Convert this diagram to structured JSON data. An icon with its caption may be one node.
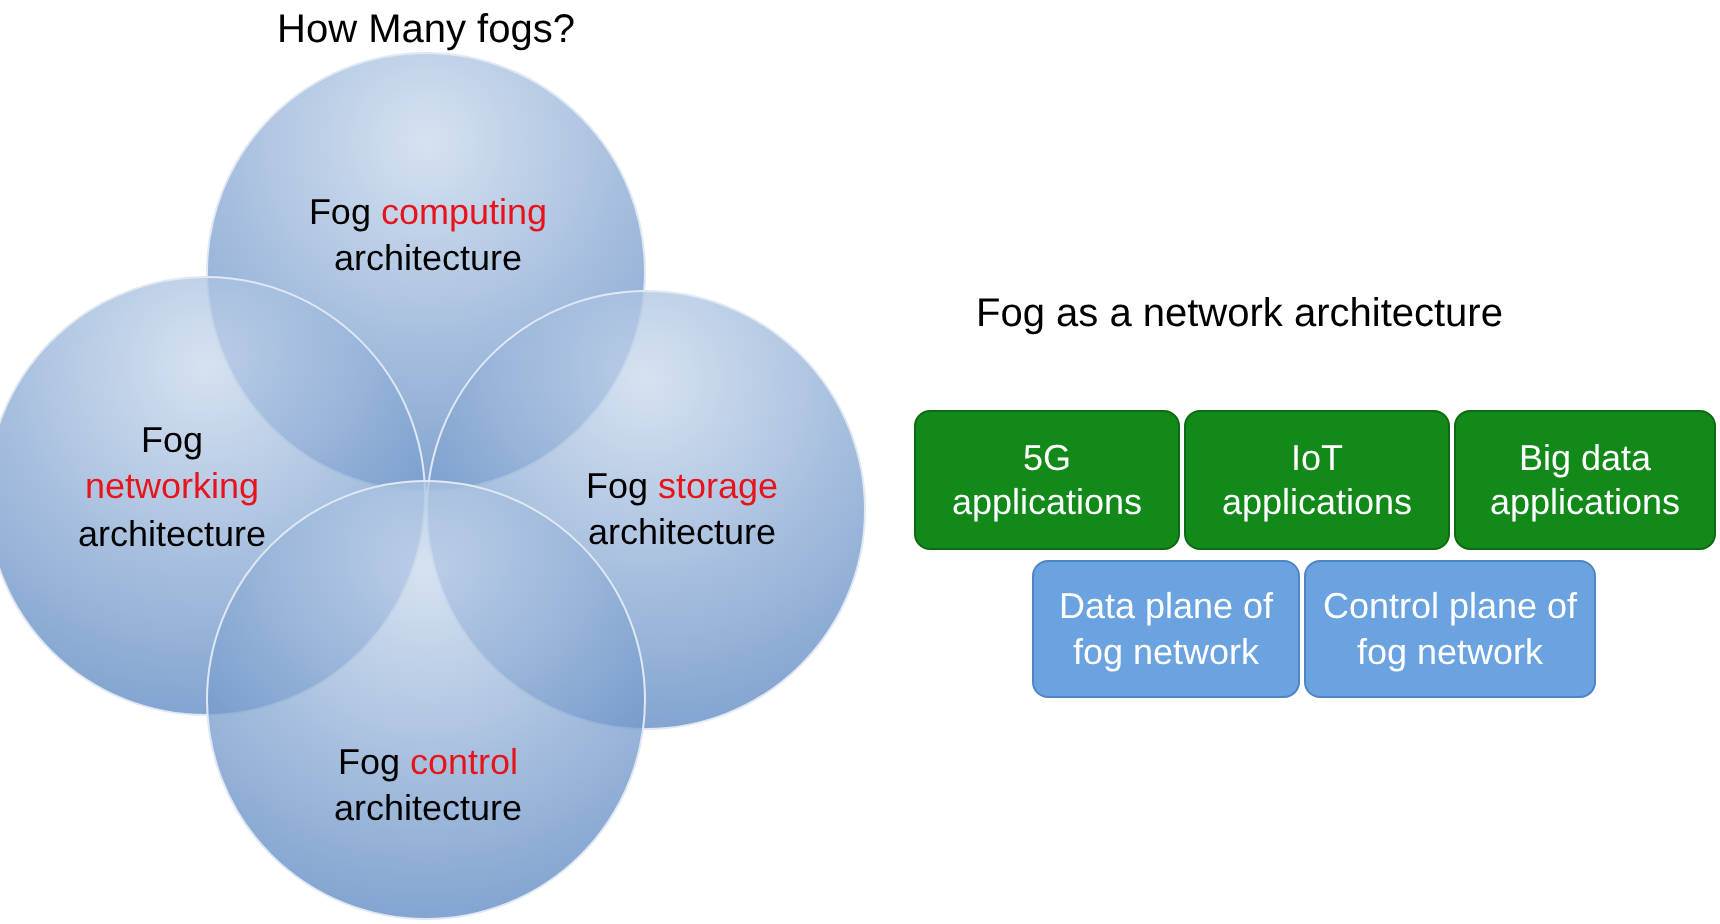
{
  "diagram": {
    "title": "How Many fogs?",
    "nodes": [
      {
        "text": [
          "Fog computing architecture"
        ]
      },
      {
        "text": [
          "Fog networking architecture"
        ]
      },
      {
        "text": [
          "Fog storage architecture"
        ]
      },
      {
        "text": [
          "Fog control architecture"
        ]
      },
      {
        "text": [
          "5G applications"
        ]
      },
      {
        "text": [
          "IoT applications"
        ]
      },
      {
        "text": [
          "Big data applications"
        ]
      },
      {
        "text": [
          "Data plane of fog network"
        ]
      },
      {
        "text": [
          "Control plane of fog network"
        ]
      }
    ],
    "labels": [
      "Fog as a network architecture"
    ]
  }
}
